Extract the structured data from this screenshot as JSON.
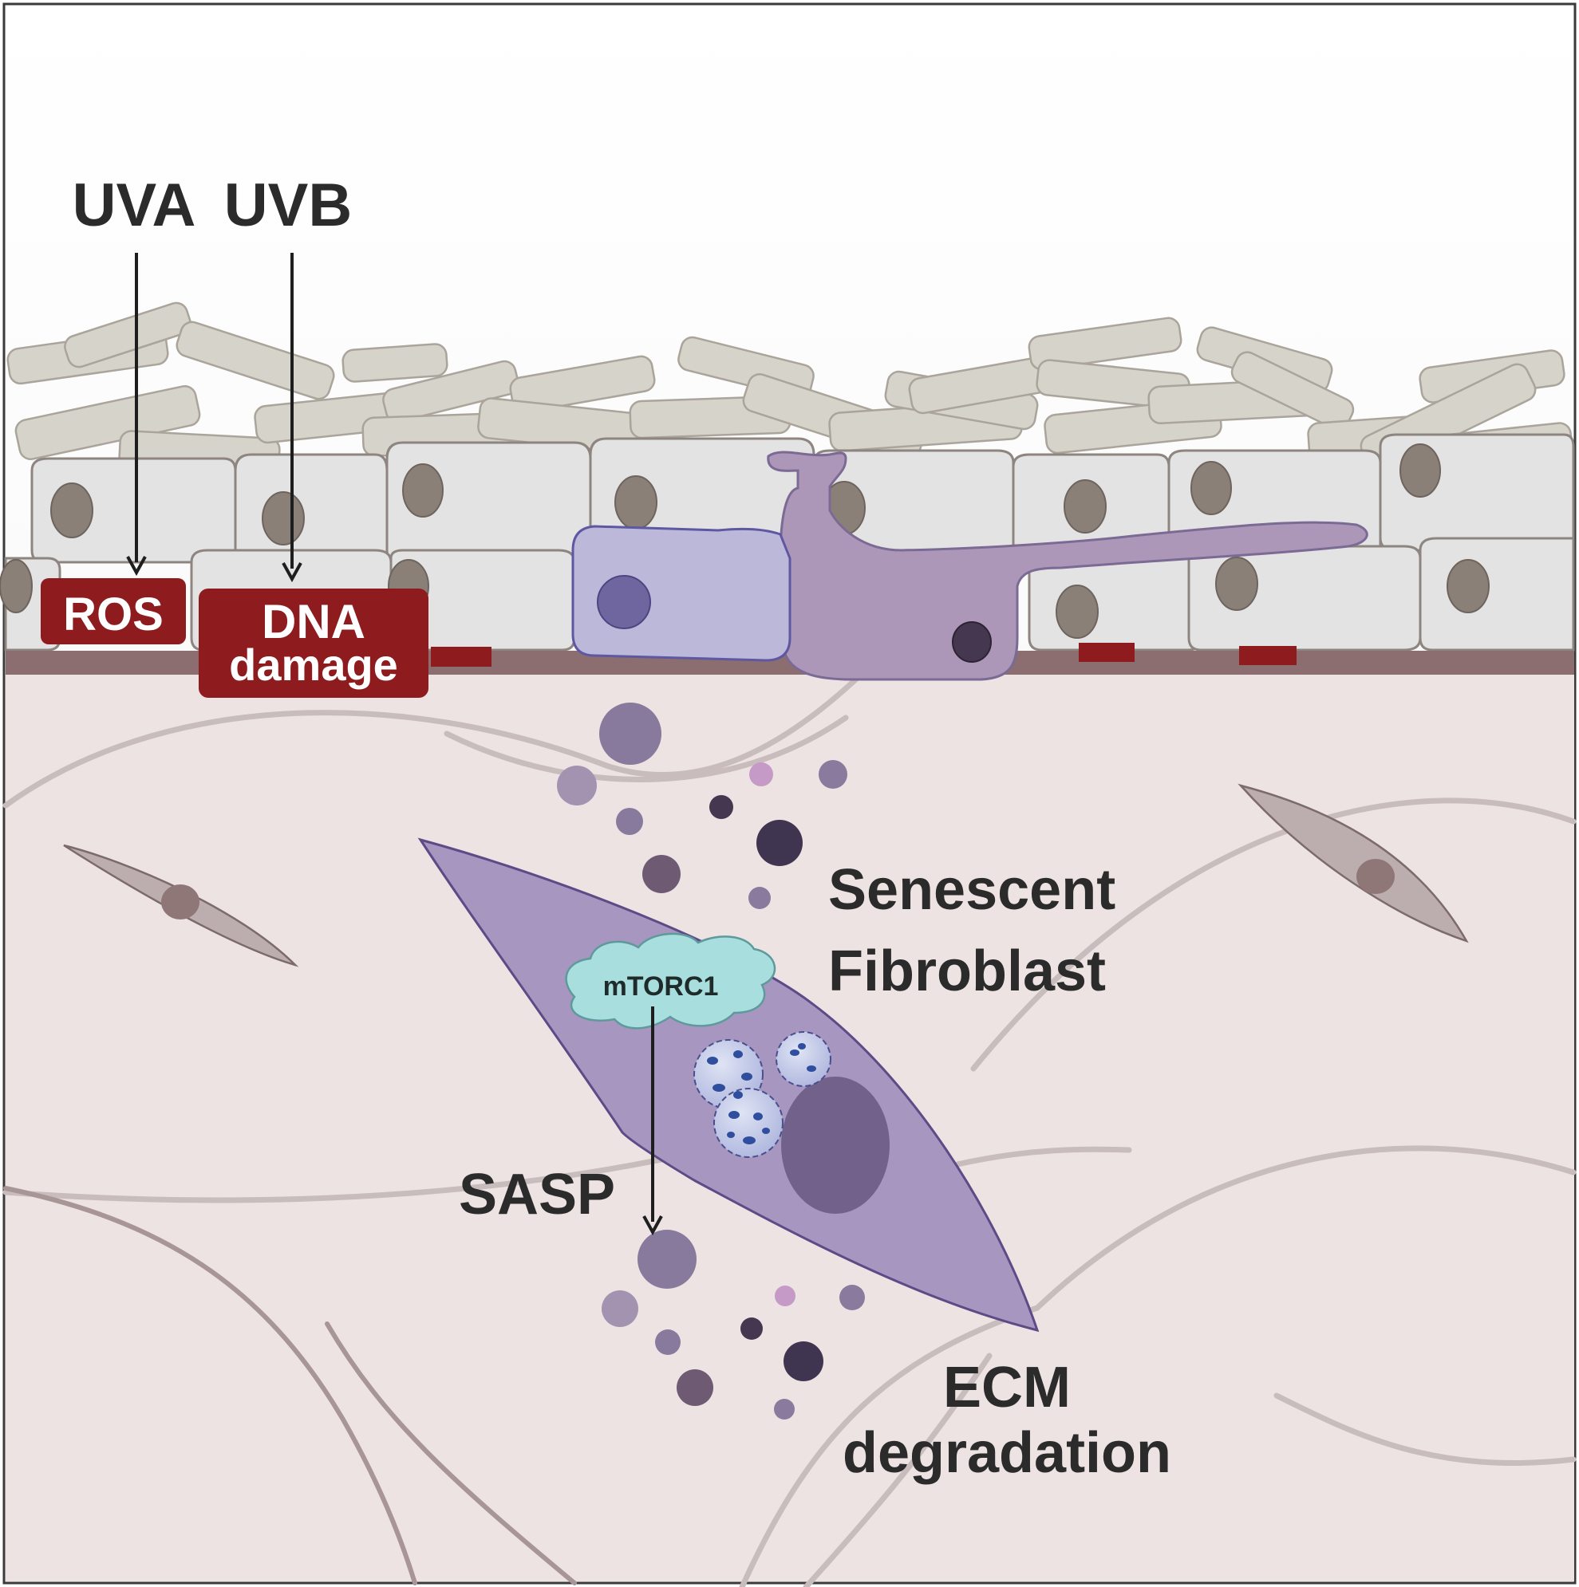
{
  "labels": {
    "uva": "UVA",
    "uvb": "UVB",
    "ros": "ROS",
    "dna_line1": "DNA",
    "dna_line2": "damage",
    "senescent_line1": "Senescent",
    "senescent_line2": "Fibroblast",
    "mtorc1": "mTORC1",
    "sasp": "SASP",
    "ecm_line1": "ECM",
    "ecm_line2": "degradation"
  },
  "colors": {
    "label_dark": "#2b2b2b",
    "damage_red": "#8e1b1e",
    "basement_membrane": "#8c6e71",
    "dermis_bg": "#ede3e3",
    "epidermal_cell": "#e3e3e4",
    "epidermal_nucleus": "#8b8078",
    "stratum_corneum": "#d6d3cb",
    "senescent_fibroblast": "#a796bf",
    "senescent_nucleus": "#72618a",
    "melanocyte": "#ad97b9",
    "langerhans_like_cell": "#bcb8da",
    "mtorc1_cloud": "#a8dede",
    "lysosome": "#c2c8e6",
    "quiescent_fibroblast": "#bcaeae"
  },
  "icons": [
    "uva-arrow",
    "uvb-arrow",
    "sasp-arrow"
  ]
}
